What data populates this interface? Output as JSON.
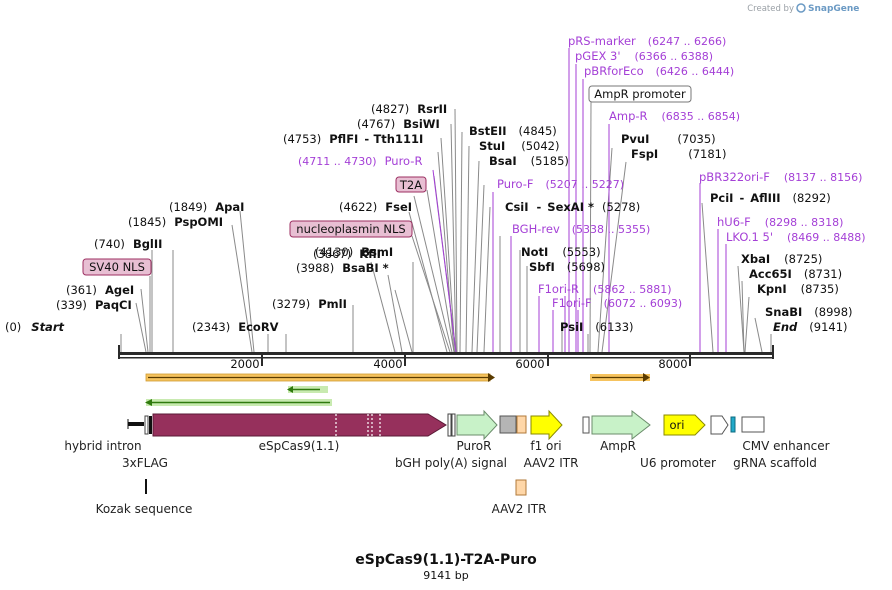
{
  "brand": {
    "created_by": "Created by",
    "name": "SnapGene"
  },
  "plasmid": {
    "name": "eSpCas9(1.1)-T2A-Puro",
    "length": "9141 bp"
  },
  "ruler": {
    "ticks": [
      "2000",
      "4000",
      "6000",
      "8000"
    ]
  },
  "sites": [
    {
      "pos": "(0)",
      "name": "Start"
    },
    {
      "pos": "(339)",
      "name": "PaqCI"
    },
    {
      "pos": "(361)",
      "name": "AgeI"
    },
    {
      "pos": "(740)",
      "name": "BglII"
    },
    {
      "pos": "(1845)",
      "name": "PspOMI"
    },
    {
      "pos": "(1849)",
      "name": "ApaI"
    },
    {
      "pos": "(2343)",
      "name": "EcoRV"
    },
    {
      "pos": "(3279)",
      "name": "PmlI"
    },
    {
      "pos": "(3867)",
      "name": "KflI"
    },
    {
      "pos": "(3988)",
      "name": "BsaBI *"
    },
    {
      "pos": "(4130)",
      "name": "BsmI"
    },
    {
      "pos": "(4622)",
      "name": "FseI"
    },
    {
      "pos": "(4753)",
      "name": "PflFI",
      "name2": "Tth111I"
    },
    {
      "pos": "(4767)",
      "name": "BsiWI"
    },
    {
      "pos": "(4827)",
      "name": "RsrII"
    },
    {
      "pos": "(4845)",
      "name": "BstEII"
    },
    {
      "pos": "(5042)",
      "name": "StuI"
    },
    {
      "pos": "(5185)",
      "name": "BsaI"
    },
    {
      "pos": "(5278)",
      "name": "CsiI",
      "name2": "SexAI *"
    },
    {
      "pos": "(5553)",
      "name": "NotI"
    },
    {
      "pos": "(5698)",
      "name": "SbfI"
    },
    {
      "pos": "(6133)",
      "name": "PsiI"
    },
    {
      "pos": "(7035)",
      "name": "PvuI"
    },
    {
      "pos": "(7181)",
      "name": "FspI"
    },
    {
      "pos": "(8292)",
      "name": "PciI",
      "name2": "AflIII"
    },
    {
      "pos": "(8725)",
      "name": "XbaI"
    },
    {
      "pos": "(8731)",
      "name": "Acc65I"
    },
    {
      "pos": "(8735)",
      "name": "KpnI"
    },
    {
      "pos": "(8998)",
      "name": "SnaBI"
    },
    {
      "pos": "(9141)",
      "name": "End"
    }
  ],
  "primers": [
    {
      "name": "pRS-marker",
      "range": "(6247 .. 6266)"
    },
    {
      "name": "pGEX 3'",
      "range": "(6366 .. 6388)"
    },
    {
      "name": "pBRforEco",
      "range": "(6426 .. 6444)"
    },
    {
      "name": "Amp-R",
      "range": "(6835 .. 6854)"
    },
    {
      "name": "Puro-R",
      "range": "(4711 .. 4730)"
    },
    {
      "name": "Puro-F",
      "range": "(5207 .. 5227)"
    },
    {
      "name": "BGH-rev",
      "range": "(5338 .. 5355)"
    },
    {
      "name": "F1ori-R",
      "range": "(5862 .. 5881)"
    },
    {
      "name": "F1ori-F",
      "range": "(6072 .. 6093)"
    },
    {
      "name": "pBR322ori-F",
      "range": "(8137 .. 8156)"
    },
    {
      "name": "hU6-F",
      "range": "(8298 .. 8318)"
    },
    {
      "name": "LKO.1 5'",
      "range": "(8469 .. 8488)"
    }
  ],
  "feature_boxes": {
    "sv40_nls": "SV40 NLS",
    "t2a": "T2A",
    "nucleoplasmin_nls": "nucleoplasmin NLS",
    "ampr_promoter": "AmpR promoter",
    "ori_inline": "ori"
  },
  "features": {
    "hybrid_intron": "hybrid intron",
    "flag": "3xFLAG",
    "espcas9": "eSpCas9(1.1)",
    "kozak": "Kozak sequence",
    "puror": "PuroR",
    "bgh": "bGH poly(A) signal",
    "f1_ori": "f1 ori",
    "aav2_itr_1": "AAV2 ITR",
    "aav2_itr_2": "AAV2 ITR",
    "ampr": "AmpR",
    "u6": "U6 promoter",
    "cmv": "CMV enhancer",
    "grna": "gRNA scaffold"
  },
  "colors": {
    "espcas9": "#96305c",
    "puror": "#c8f2c8",
    "f1_ori": "#ffff00",
    "ori": "#ffff00",
    "itr": "#ffd7a8",
    "primer": "#a43fd6",
    "orf_band": "#f5b942",
    "orf_green": "#3c9a1e"
  }
}
